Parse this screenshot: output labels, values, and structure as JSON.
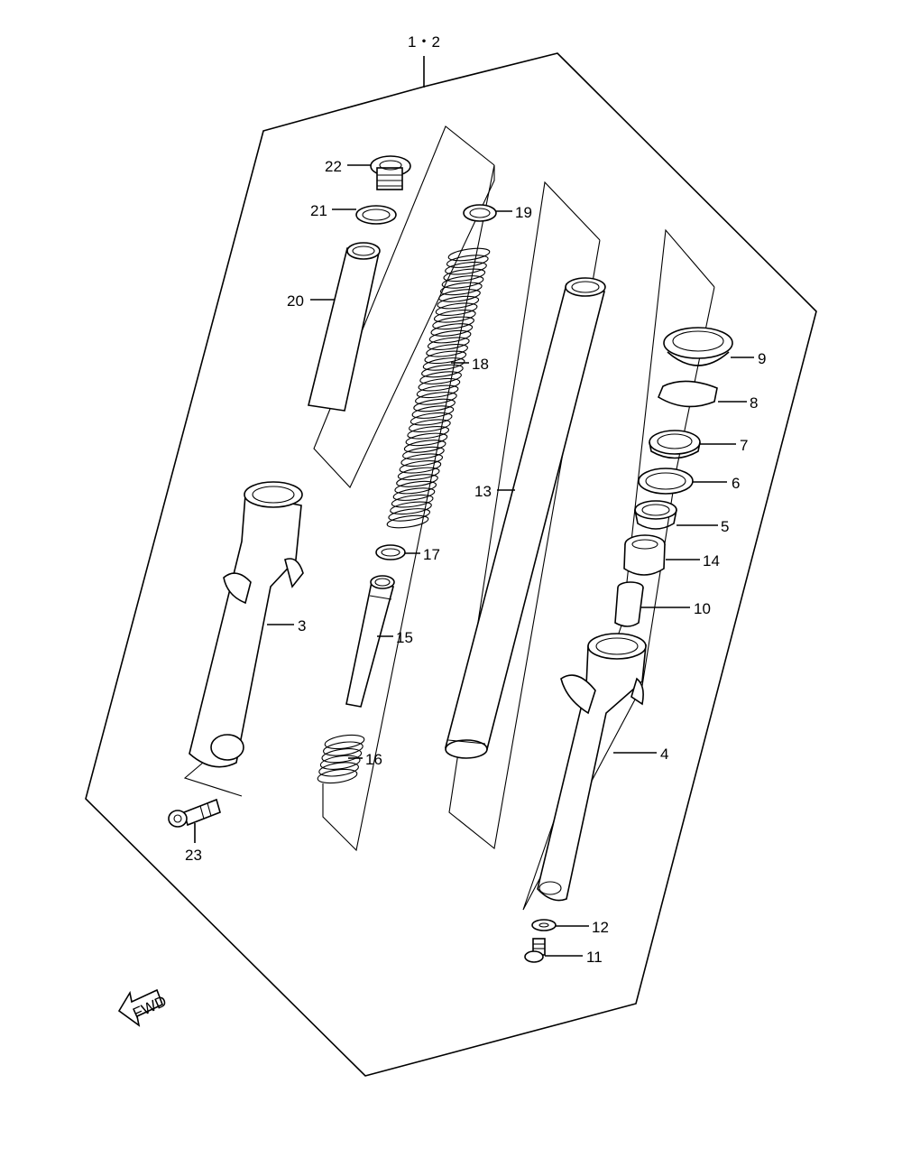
{
  "assembly_label": "1・2",
  "fwd_label": "FWD",
  "callouts": {
    "c22": "22",
    "c21": "21",
    "c20": "20",
    "c19": "19",
    "c18": "18",
    "c17": "17",
    "c16": "16",
    "c15": "15",
    "c14": "14",
    "c13": "13",
    "c12": "12",
    "c11": "11",
    "c10": "10",
    "c9": "9",
    "c8": "8",
    "c7": "7",
    "c6": "6",
    "c5": "5",
    "c4": "4",
    "c3": "3",
    "c23": "23"
  }
}
